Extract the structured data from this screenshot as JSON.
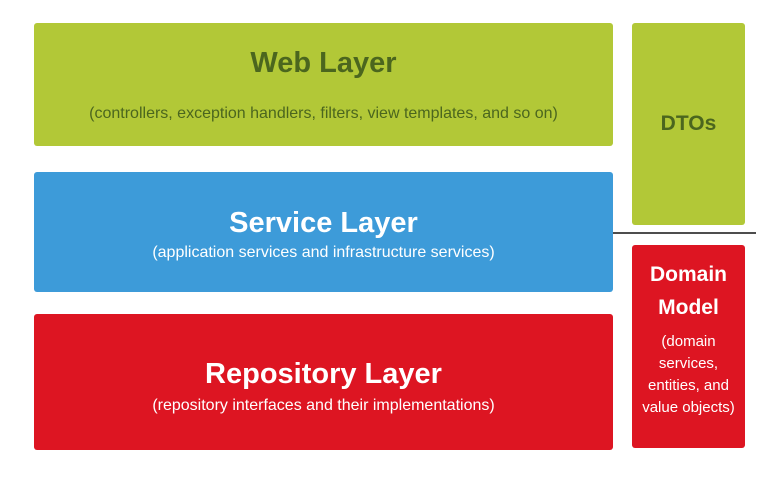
{
  "layers": [
    {
      "title": "Web Layer",
      "subtitle": "(controllers, exception handlers, filters, view templates, and so on)"
    },
    {
      "title": "Service Layer",
      "subtitle": "(application services and infrastructure services)"
    },
    {
      "title": "Repository Layer",
      "subtitle": "(repository interfaces and their implementations)"
    }
  ],
  "side": {
    "dtos_label": "DTOs",
    "domain_model": {
      "title_line1": "Domain",
      "title_line2": "Model",
      "description": "(domain services, entities, and value objects)"
    }
  },
  "colors": {
    "green": "#b2c837",
    "green_text": "#4b661e",
    "blue": "#3d9bd9",
    "red": "#dd1522",
    "white_text": "#ffffff",
    "divider_gray": "#4d4d4d",
    "background": "#ffffff"
  }
}
